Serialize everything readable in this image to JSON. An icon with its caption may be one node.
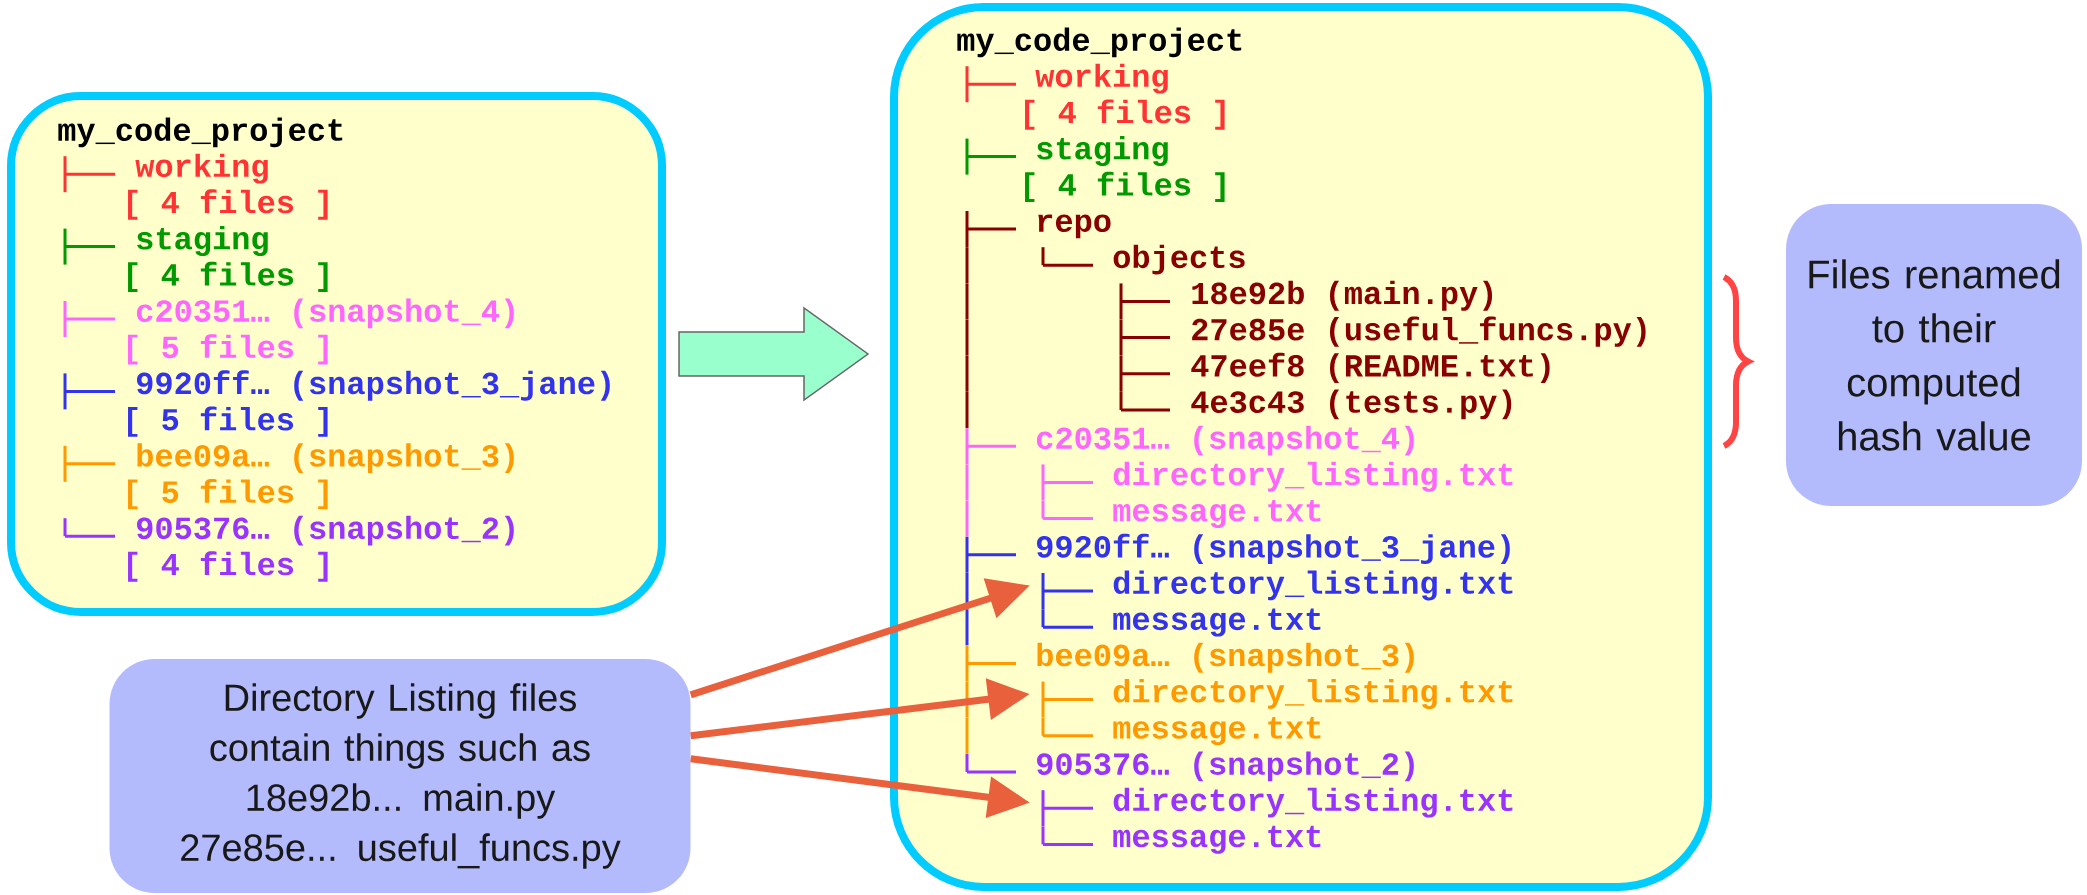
{
  "diagram": {
    "nodes": [
      {
        "text": [
          "my_code_project",
          "working",
          "[ 4 files ]",
          "staging",
          "[ 4 files ]",
          "c20351… (snapshot_4)",
          "[ 5 files ]",
          "9920ff… (snapshot_3_jane)",
          "[ 5 files ]",
          "bee09a… (snapshot_3)",
          "[ 5 files ]",
          "905376… (snapshot_2)",
          "[ 4 files ]"
        ]
      },
      {
        "text": [
          "my_code_project",
          "working",
          "[ 4 files ]",
          "staging",
          "[ 4 files ]",
          "repo",
          "objects",
          "18e92b (main.py)",
          "27e85e (useful_funcs.py)",
          "47eef8 (README.txt)",
          "4e3c43 (tests.py)",
          "c20351… (snapshot_4)",
          "directory_listing.txt",
          "message.txt",
          "9920ff… (snapshot_3_jane)",
          "message.txt",
          "bee09a… (snapshot_3)",
          "message.txt",
          "905376… (snapshot_2)",
          "message.txt"
        ]
      },
      {
        "text": [
          "directory_listing.txt"
        ],
        "in": 1
      },
      {
        "text": [
          "directory_listing.txt"
        ],
        "in": 1
      },
      {
        "text": [
          "directory_listing.txt"
        ],
        "in": 1
      },
      {
        "text": [
          "Files renamed to their computed hash value"
        ]
      },
      {
        "text": [
          "Directory Listing files contain things such as",
          "18e92b... main.py",
          "27e85e... useful_funcs.py"
        ]
      }
    ],
    "edges": [
      {
        "from": 0,
        "to": 1,
        "arrow": "to",
        "style": "thick",
        "color": "#99ffcc"
      },
      {
        "from": 6,
        "to": 2,
        "arrow": "to"
      },
      {
        "from": 6,
        "to": 3,
        "arrow": "to"
      },
      {
        "from": 6,
        "to": 4,
        "arrow": "to"
      }
    ]
  }
}
